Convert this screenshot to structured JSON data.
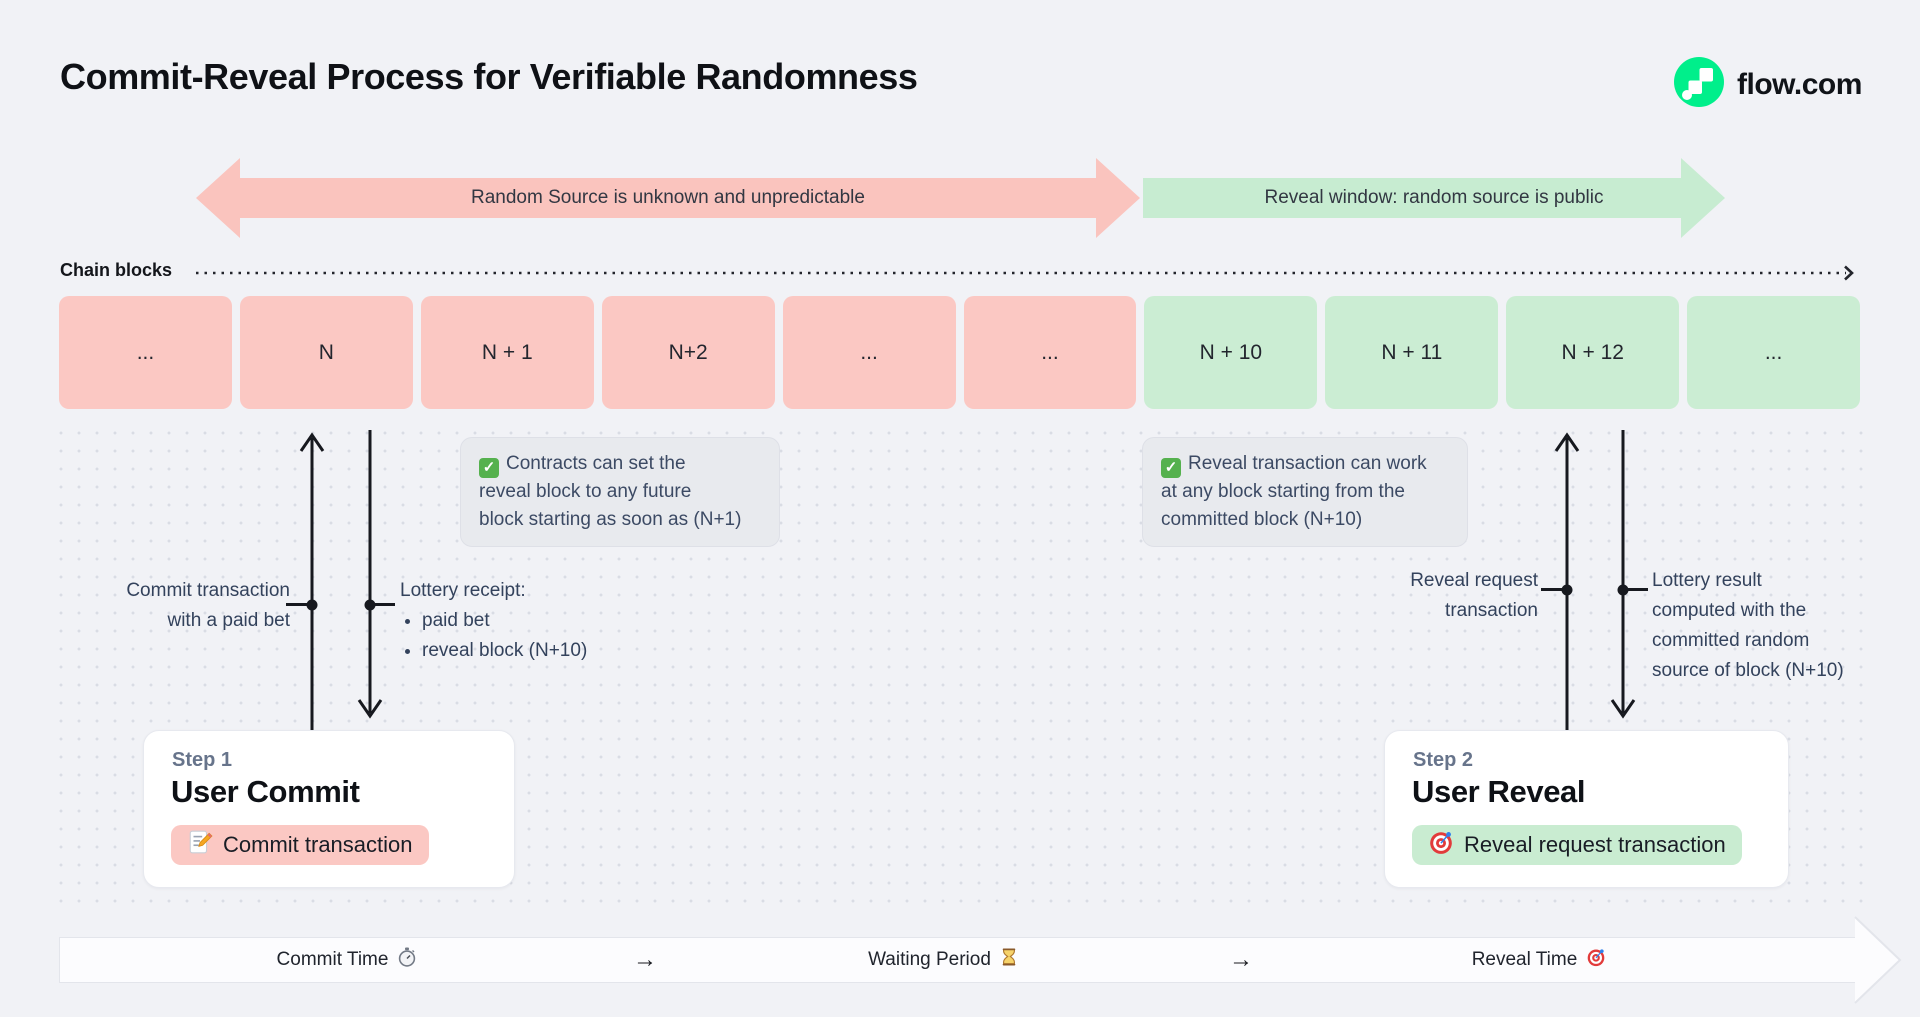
{
  "page": {
    "title": "Commit-Reveal Process for Verifiable Randomness",
    "brand": "flow.com"
  },
  "phase_arrows": {
    "commit": "Random Source is unknown and unpredictable",
    "reveal": "Reveal window: random source is public"
  },
  "chain": {
    "label": "Chain blocks",
    "blocks": [
      {
        "label": "...",
        "phase": "commit"
      },
      {
        "label": "N",
        "phase": "commit"
      },
      {
        "label": "N + 1",
        "phase": "commit"
      },
      {
        "label": "N+2",
        "phase": "commit"
      },
      {
        "label": "...",
        "phase": "commit"
      },
      {
        "label": "...",
        "phase": "commit"
      },
      {
        "label": "N + 10",
        "phase": "reveal"
      },
      {
        "label": "N + 11",
        "phase": "reveal"
      },
      {
        "label": "N + 12",
        "phase": "reveal"
      },
      {
        "label": "...",
        "phase": "reveal"
      }
    ]
  },
  "notes": {
    "commit": {
      "icon": "check-icon",
      "lines": [
        "Contracts can set the",
        "reveal block to any future",
        "block starting as soon as (N+1)"
      ]
    },
    "reveal": {
      "icon": "check-icon",
      "lines": [
        "Reveal transaction can work",
        "at any block starting from the",
        "committed block (N+10)"
      ]
    }
  },
  "annotations": {
    "commit_tx": {
      "lines": [
        "Commit transaction",
        "with a paid bet"
      ]
    },
    "lottery_receipt": {
      "title": "Lottery receipt:",
      "bullets": [
        "paid bet",
        "reveal block (N+10)"
      ]
    },
    "reveal_request": {
      "lines": [
        "Reveal request",
        "transaction"
      ]
    },
    "lottery_result": {
      "lines": [
        "Lottery result",
        "computed with the",
        "committed random",
        "source of block (N+10)"
      ]
    }
  },
  "steps": {
    "commit": {
      "eyebrow": "Step 1",
      "title": "User Commit",
      "badge": "Commit transaction",
      "icon": "memo-icon"
    },
    "reveal": {
      "eyebrow": "Step 2",
      "title": "User Reveal",
      "badge": "Reveal request transaction",
      "icon": "target-icon"
    }
  },
  "timeline": {
    "commit": "Commit Time",
    "arrow1": "→",
    "waiting": "Waiting Period",
    "arrow2": "→",
    "reveal": "Reveal Time"
  },
  "colors": {
    "page_bg": "#F1F2F6",
    "commit_fill": "#FBC8C3",
    "commit_arrow": "#FAC4BE",
    "reveal_fill": "#CBEDD3",
    "reveal_arrow": "#C7ECD1",
    "note_bg": "#E8EAEE",
    "brand_green": "#00EF8B",
    "ink": "#17191F"
  }
}
